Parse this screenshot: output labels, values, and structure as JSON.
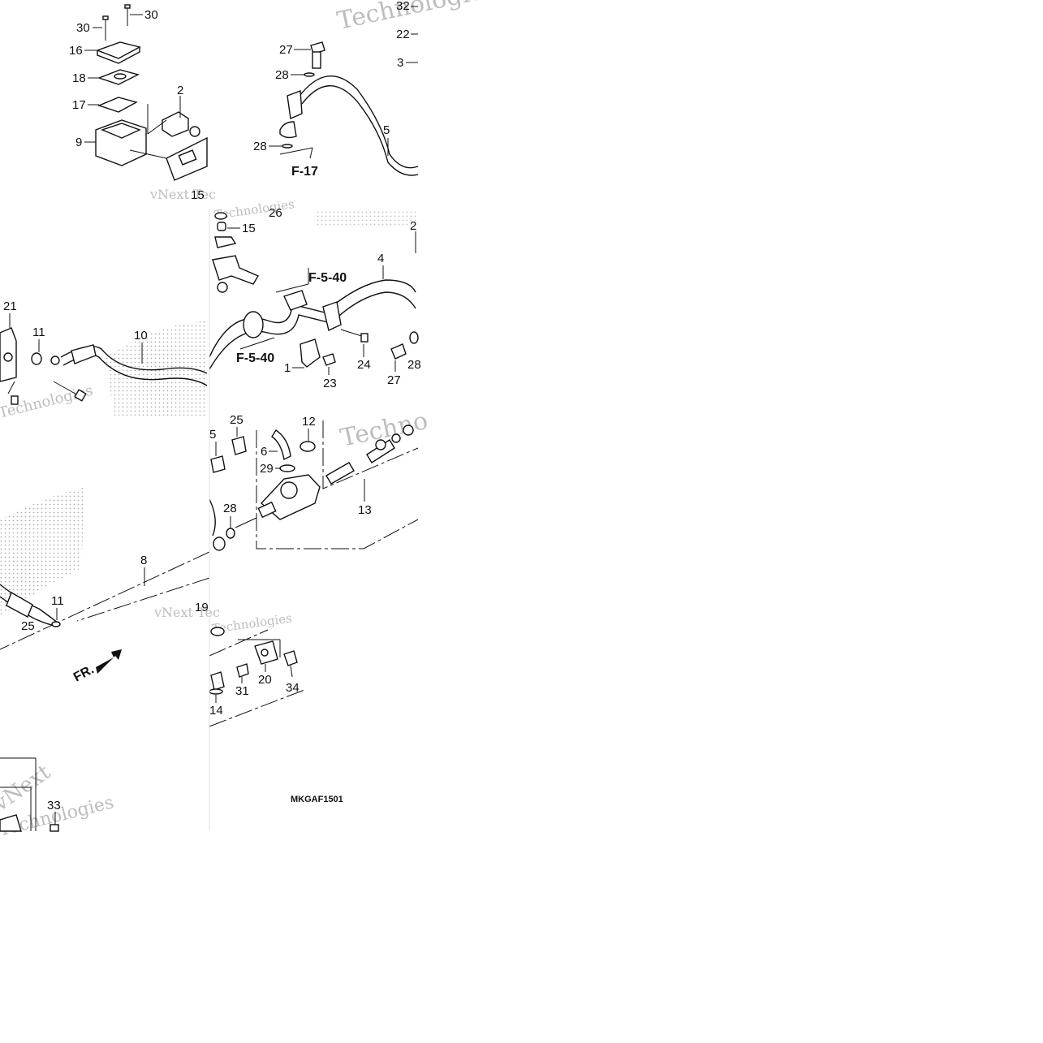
{
  "diagram_code": "MKGAF1501",
  "direction_marker": "FR.",
  "references": [
    "F-17",
    "F-5-40",
    "F-5-40"
  ],
  "watermarks": [
    "Technologies",
    "vNext Tec",
    "Technologies",
    "Technologies",
    "Techno",
    "vNext Tec",
    "Technologies",
    "vNext",
    "Technologies"
  ],
  "callouts": [
    "30",
    "30",
    "16",
    "18",
    "17",
    "2",
    "9",
    "15",
    "32",
    "22",
    "3",
    "27",
    "28",
    "5",
    "28",
    "26",
    "15",
    "21",
    "11",
    "10",
    "2",
    "4",
    "1",
    "23",
    "24",
    "27",
    "28",
    "25",
    "12",
    "5",
    "6",
    "29",
    "13",
    "28",
    "8",
    "11",
    "25",
    "19",
    "31",
    "20",
    "34",
    "14",
    "33"
  ],
  "colors": {
    "ink": "#111111",
    "watermark": "#bdbdbd",
    "stipple": "#9a9a9a"
  }
}
